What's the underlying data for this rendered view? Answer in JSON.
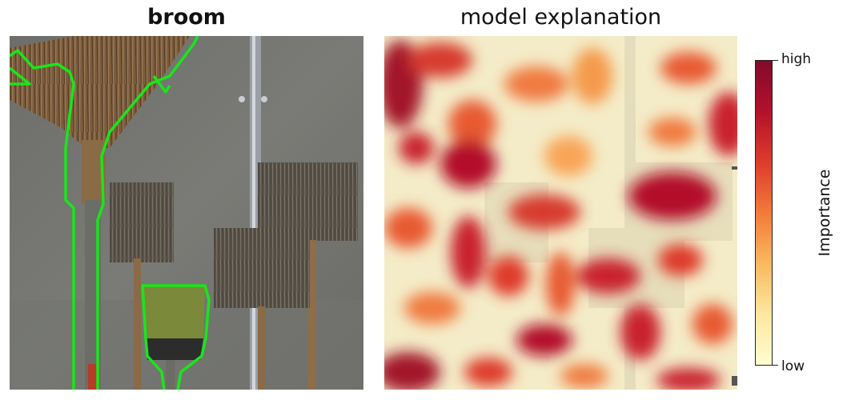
{
  "left_panel": {
    "title": "broom",
    "outline_color": "#19e619"
  },
  "right_panel": {
    "title": "model explanation"
  },
  "colorbar": {
    "high_label": "high",
    "low_label": "low",
    "axis_label": "Importance",
    "colors": [
      "#fffdd0",
      "#fde7a0",
      "#f9b95f",
      "#f27a3a",
      "#de3b2c",
      "#b3112b",
      "#820a2c"
    ]
  }
}
